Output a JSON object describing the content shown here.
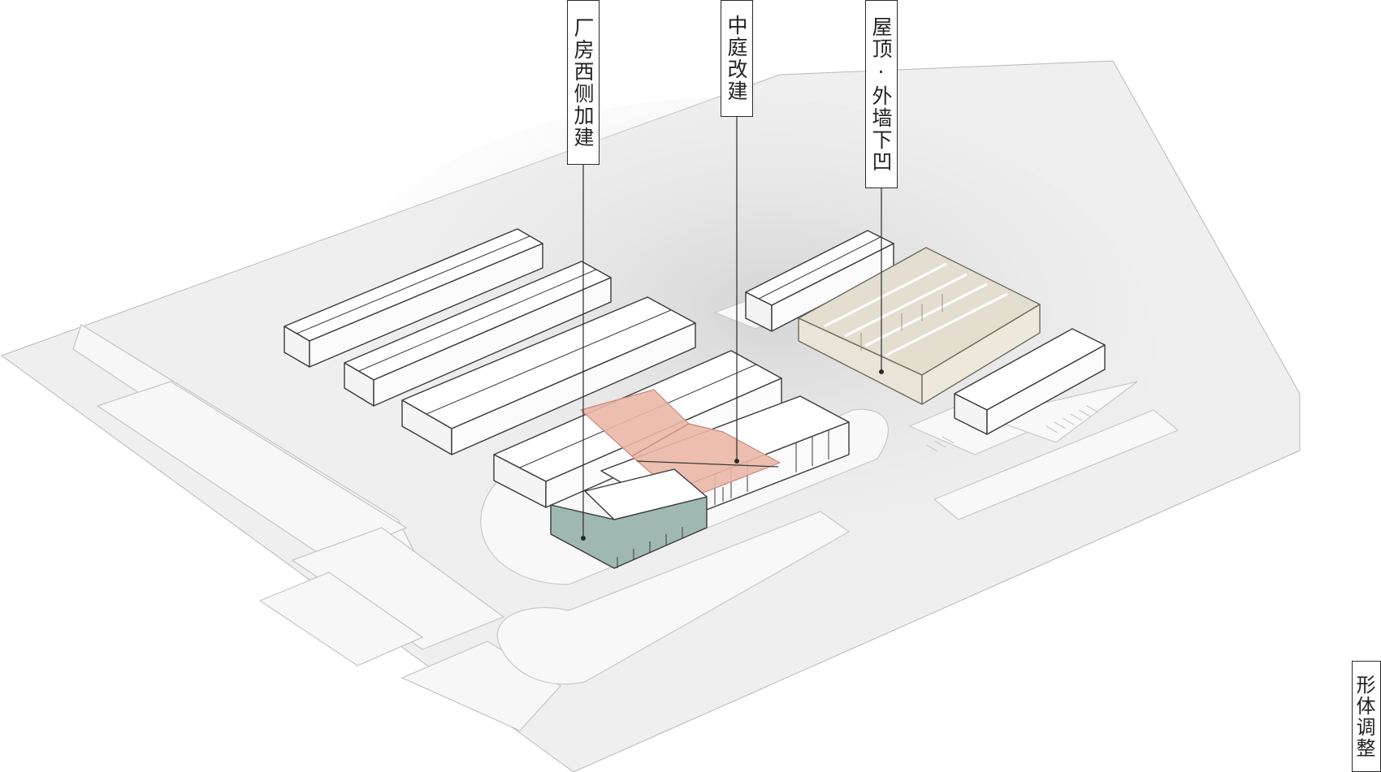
{
  "labels": {
    "west_extension": "厂房西侧加建",
    "courtyard": "中庭改建",
    "roof_wall": "屋顶·外墙下凹",
    "title": "形体调整"
  },
  "colors": {
    "ground": "#efefef",
    "road": "#f7f7f7",
    "building": "#ffffff",
    "stroke": "#3a3a3a",
    "courtyard_roof": "#e9b7a6",
    "west_addition": "#9fb8b2",
    "recessed_roof": "#e3ded0"
  }
}
